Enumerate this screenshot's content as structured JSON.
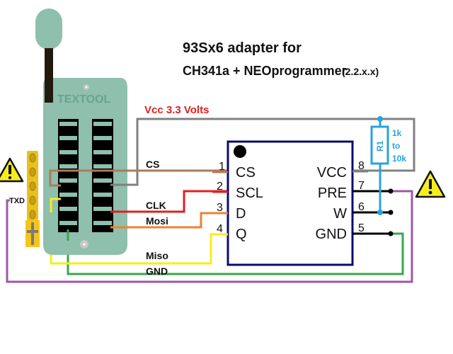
{
  "title": {
    "line1": "93Sx6 adapter for",
    "line2": "CH341a + NEOprogrammer",
    "version": "(2.2.x.x)"
  },
  "socket": {
    "label": "TEXTOOL"
  },
  "power_label": "Vcc 3.3 Volts",
  "signals": {
    "cs": "CS",
    "clk": "CLK",
    "mosi": "Mosi",
    "miso": "Miso",
    "gnd": "GND",
    "txd": "TXD"
  },
  "chip": {
    "left_pins": [
      {
        "num": "1",
        "label": "CS"
      },
      {
        "num": "2",
        "label": "SCL"
      },
      {
        "num": "3",
        "label": "D"
      },
      {
        "num": "4",
        "label": "Q"
      }
    ],
    "right_pins": [
      {
        "num": "8",
        "label": "VCC"
      },
      {
        "num": "7",
        "label": "PRE"
      },
      {
        "num": "6",
        "label": "W"
      },
      {
        "num": "5",
        "label": "GND"
      }
    ]
  },
  "resistor": {
    "name": "R1",
    "value_line1": "1k",
    "value_line2": "to",
    "value_line3": "10k"
  },
  "warnings": [
    {
      "icon": "warning-icon",
      "location": "left of header"
    },
    {
      "icon": "warning-icon",
      "location": "right of chip"
    }
  ],
  "colors": {
    "socket": "#8fbfad",
    "vcc_wire": "#808080",
    "cs_wire": "#b07a5a",
    "clk_wire": "#e02020",
    "mosi_wire": "#f08030",
    "miso_wire": "#f5ee1a",
    "gnd_wire": "#3aa64c",
    "txd_wire": "#9b59a6",
    "resistor": "#29a3dc",
    "chip_outline": "#0b0b6e",
    "header": "#e8c020"
  }
}
